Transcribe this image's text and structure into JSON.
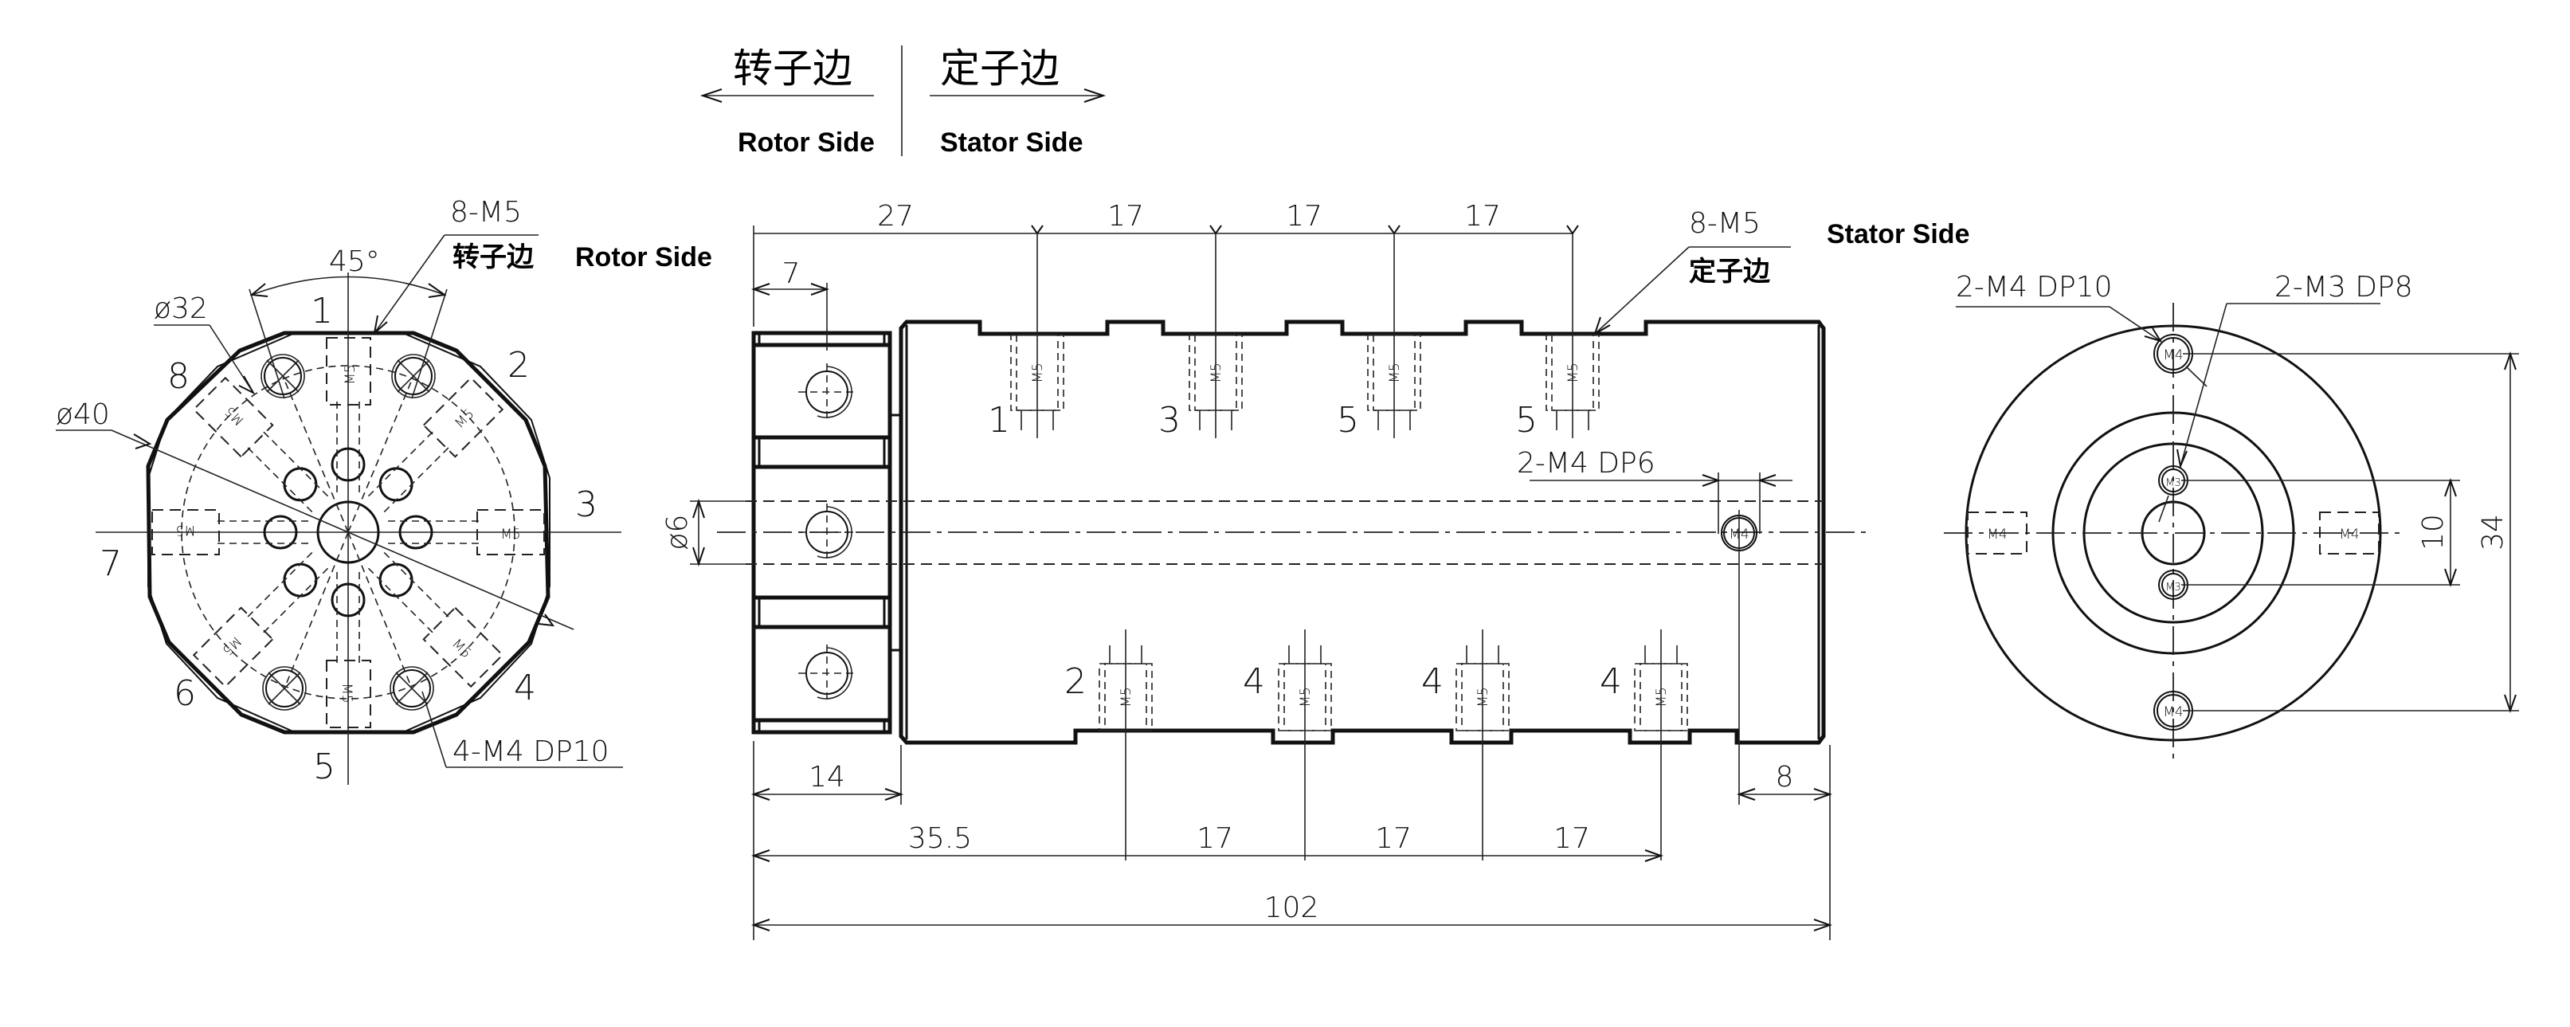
{
  "header": {
    "rotor_cn": "转子边",
    "stator_cn": "定子边",
    "rotor_en": "Rotor Side",
    "stator_en": "Stator Side"
  },
  "rotor_end_view": {
    "callout_thread": "8-M5",
    "callout_cn": "转子边",
    "callout_en": "Rotor Side",
    "angle": "45°",
    "pitch_circle": "ø32",
    "outer_diameter": "ø40",
    "mount_holes": "4-M4 DP10",
    "port_numbers": [
      "1",
      "2",
      "3",
      "4",
      "5",
      "6",
      "7",
      "8"
    ],
    "port_thread": "M5",
    "mount_thread": "M4"
  },
  "side_view": {
    "shaft_diameter": "ø6",
    "top_dims": [
      "27",
      "17",
      "17",
      "17"
    ],
    "flange_hole_offset": "7",
    "flange_length": "14",
    "bottom_dims": [
      "35.5",
      "17",
      "17",
      "17"
    ],
    "overall_length": "102",
    "end_offset": "8",
    "side_holes": "2-M4 DP6",
    "side_hole_thread": "M4",
    "stator_callout_thread": "8-M5",
    "stator_callout_cn": "定子边",
    "stator_callout_en": "Stator Side",
    "top_port_numbers": [
      "1",
      "3",
      "5",
      "5"
    ],
    "bottom_port_numbers": [
      "2",
      "4",
      "4",
      "4"
    ],
    "port_thread": "M5"
  },
  "stator_end_view": {
    "outer_mount_holes": "2-M4 DP10",
    "inner_mount_holes": "2-M3 DP8",
    "outer_hole_thread": "M4",
    "inner_hole_thread": "M3",
    "side_thread": "M4",
    "inner_spacing": "10",
    "outer_spacing": "34"
  }
}
